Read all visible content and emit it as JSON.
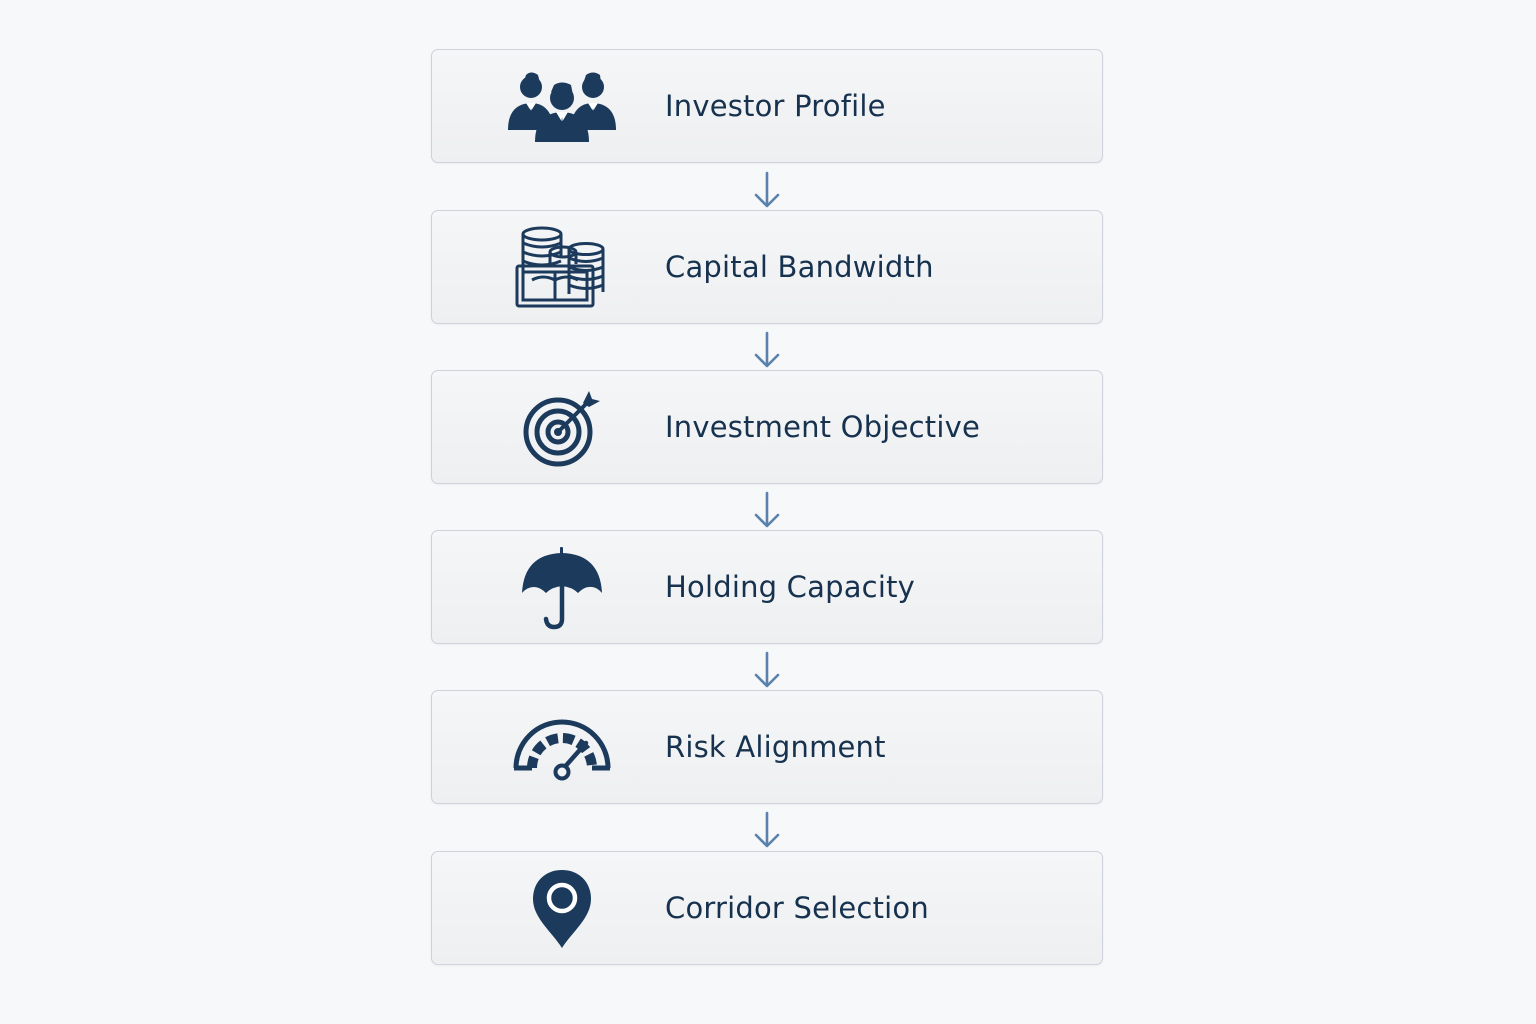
{
  "colors": {
    "background": "#f7f8f9",
    "card_fill": "#f1f2f4",
    "card_border": "#cdd2db",
    "icon_navy": "#1b3a5c",
    "label_text": "#16324f",
    "arrow": "#5b81ad"
  },
  "steps": [
    {
      "label": "Investor Profile",
      "icon": "people-group-icon"
    },
    {
      "label": "Capital Bandwidth",
      "icon": "coin-stacks-cash-icon"
    },
    {
      "label": "Investment Objective",
      "icon": "target-arrow-icon"
    },
    {
      "label": "Holding Capacity",
      "icon": "umbrella-icon"
    },
    {
      "label": "Risk Alignment",
      "icon": "gauge-meter-icon"
    },
    {
      "label": "Corridor Selection",
      "icon": "location-pin-icon"
    }
  ],
  "connectors": [
    "down-arrow-icon",
    "down-arrow-icon",
    "down-arrow-icon",
    "down-arrow-icon",
    "down-arrow-icon"
  ]
}
